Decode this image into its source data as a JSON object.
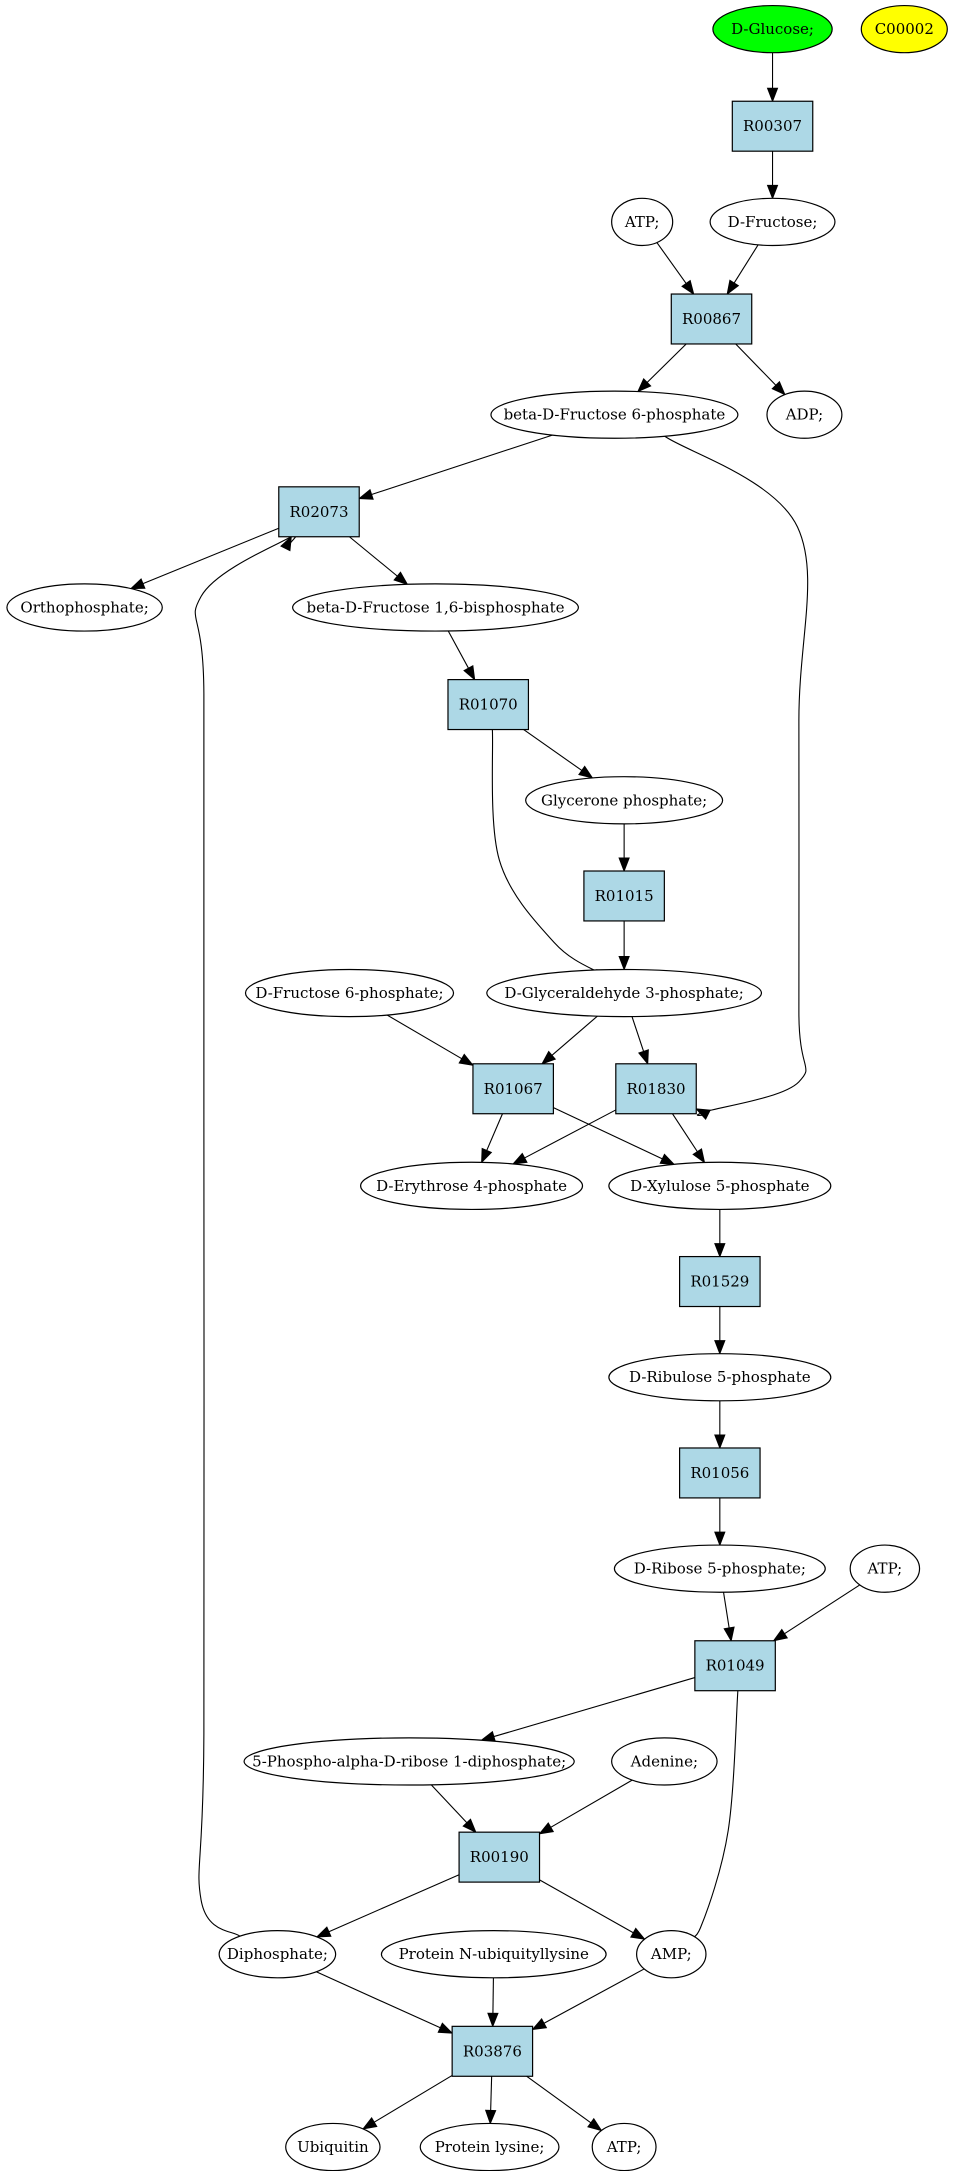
{
  "colors": {
    "reaction_fill": "#add8e6",
    "compound_fill": "#ffffff",
    "highlight_green": "#00ff00",
    "highlight_yellow": "#ffff00",
    "stroke": "#000000"
  },
  "nodes": [
    {
      "id": "dglucose",
      "label": "D-Glucose;",
      "kind": "compound",
      "fill": "#00ff00"
    },
    {
      "id": "c00002",
      "label": "C00002",
      "kind": "compound",
      "fill": "#ffff00"
    },
    {
      "id": "r00307",
      "label": "R00307",
      "kind": "reaction"
    },
    {
      "id": "atp1",
      "label": "ATP;",
      "kind": "compound"
    },
    {
      "id": "dfructose",
      "label": "D-Fructose;",
      "kind": "compound"
    },
    {
      "id": "r00867",
      "label": "R00867",
      "kind": "reaction"
    },
    {
      "id": "bdf6p",
      "label": "beta-D-Fructose 6-phosphate",
      "kind": "compound"
    },
    {
      "id": "adp",
      "label": "ADP;",
      "kind": "compound"
    },
    {
      "id": "r02073",
      "label": "R02073",
      "kind": "reaction"
    },
    {
      "id": "ortho",
      "label": "Orthophosphate;",
      "kind": "compound"
    },
    {
      "id": "bdf16bp",
      "label": "beta-D-Fructose 1,6-bisphosphate",
      "kind": "compound"
    },
    {
      "id": "r01070",
      "label": "R01070",
      "kind": "reaction"
    },
    {
      "id": "glyp",
      "label": "Glycerone phosphate;",
      "kind": "compound"
    },
    {
      "id": "r01015",
      "label": "R01015",
      "kind": "reaction"
    },
    {
      "id": "df6p",
      "label": "D-Fructose 6-phosphate;",
      "kind": "compound"
    },
    {
      "id": "dg3p",
      "label": "D-Glyceraldehyde 3-phosphate;",
      "kind": "compound"
    },
    {
      "id": "r01067",
      "label": "R01067",
      "kind": "reaction"
    },
    {
      "id": "r01830",
      "label": "R01830",
      "kind": "reaction"
    },
    {
      "id": "de4p",
      "label": "D-Erythrose 4-phosphate",
      "kind": "compound"
    },
    {
      "id": "dx5p",
      "label": "D-Xylulose 5-phosphate",
      "kind": "compound"
    },
    {
      "id": "r01529",
      "label": "R01529",
      "kind": "reaction"
    },
    {
      "id": "dru5p",
      "label": "D-Ribulose 5-phosphate",
      "kind": "compound"
    },
    {
      "id": "r01056",
      "label": "R01056",
      "kind": "reaction"
    },
    {
      "id": "dr5p",
      "label": "D-Ribose 5-phosphate;",
      "kind": "compound"
    },
    {
      "id": "atp2",
      "label": "ATP;",
      "kind": "compound"
    },
    {
      "id": "r01049",
      "label": "R01049",
      "kind": "reaction"
    },
    {
      "id": "prpp",
      "label": "5-Phospho-alpha-D-ribose 1-diphosphate;",
      "kind": "compound"
    },
    {
      "id": "adenine",
      "label": "Adenine;",
      "kind": "compound"
    },
    {
      "id": "r00190",
      "label": "R00190",
      "kind": "reaction"
    },
    {
      "id": "diphos",
      "label": "Diphosphate;",
      "kind": "compound"
    },
    {
      "id": "pnubl",
      "label": "Protein N-ubiquityllysine",
      "kind": "compound"
    },
    {
      "id": "amp",
      "label": "AMP;",
      "kind": "compound"
    },
    {
      "id": "r03876",
      "label": "R03876",
      "kind": "reaction"
    },
    {
      "id": "ubiquitin",
      "label": "Ubiquitin",
      "kind": "compound"
    },
    {
      "id": "plysine",
      "label": "Protein lysine;",
      "kind": "compound"
    },
    {
      "id": "atp3",
      "label": "ATP;",
      "kind": "compound"
    }
  ],
  "edges": [
    {
      "from": "dglucose",
      "to": "r00307"
    },
    {
      "from": "r00307",
      "to": "dfructose"
    },
    {
      "from": "atp1",
      "to": "r00867"
    },
    {
      "from": "dfructose",
      "to": "r00867"
    },
    {
      "from": "r00867",
      "to": "bdf6p"
    },
    {
      "from": "r00867",
      "to": "adp"
    },
    {
      "from": "bdf6p",
      "to": "r02073"
    },
    {
      "from": "bdf6p",
      "to": "r01830"
    },
    {
      "from": "r02073",
      "to": "ortho"
    },
    {
      "from": "r02073",
      "to": "bdf16bp"
    },
    {
      "from": "bdf16bp",
      "to": "r01070"
    },
    {
      "from": "r01070",
      "to": "glyp"
    },
    {
      "from": "r01070",
      "to": "dg3p"
    },
    {
      "from": "glyp",
      "to": "r01015"
    },
    {
      "from": "r01015",
      "to": "dg3p"
    },
    {
      "from": "df6p",
      "to": "r01067"
    },
    {
      "from": "dg3p",
      "to": "r01067"
    },
    {
      "from": "dg3p",
      "to": "r01830"
    },
    {
      "from": "r01067",
      "to": "de4p"
    },
    {
      "from": "r01067",
      "to": "dx5p"
    },
    {
      "from": "r01830",
      "to": "de4p"
    },
    {
      "from": "r01830",
      "to": "dx5p"
    },
    {
      "from": "dx5p",
      "to": "r01529"
    },
    {
      "from": "r01529",
      "to": "dru5p"
    },
    {
      "from": "dru5p",
      "to": "r01056"
    },
    {
      "from": "r01056",
      "to": "dr5p"
    },
    {
      "from": "dr5p",
      "to": "r01049"
    },
    {
      "from": "atp2",
      "to": "r01049"
    },
    {
      "from": "r01049",
      "to": "prpp"
    },
    {
      "from": "r01049",
      "to": "amp"
    },
    {
      "from": "prpp",
      "to": "r00190"
    },
    {
      "from": "adenine",
      "to": "r00190"
    },
    {
      "from": "r00190",
      "to": "diphos"
    },
    {
      "from": "r00190",
      "to": "amp"
    },
    {
      "from": "diphos",
      "to": "r02073"
    },
    {
      "from": "diphos",
      "to": "r03876"
    },
    {
      "from": "pnubl",
      "to": "r03876"
    },
    {
      "from": "amp",
      "to": "r03876"
    },
    {
      "from": "r03876",
      "to": "ubiquitin"
    },
    {
      "from": "r03876",
      "to": "plysine"
    },
    {
      "from": "r03876",
      "to": "atp3"
    }
  ]
}
